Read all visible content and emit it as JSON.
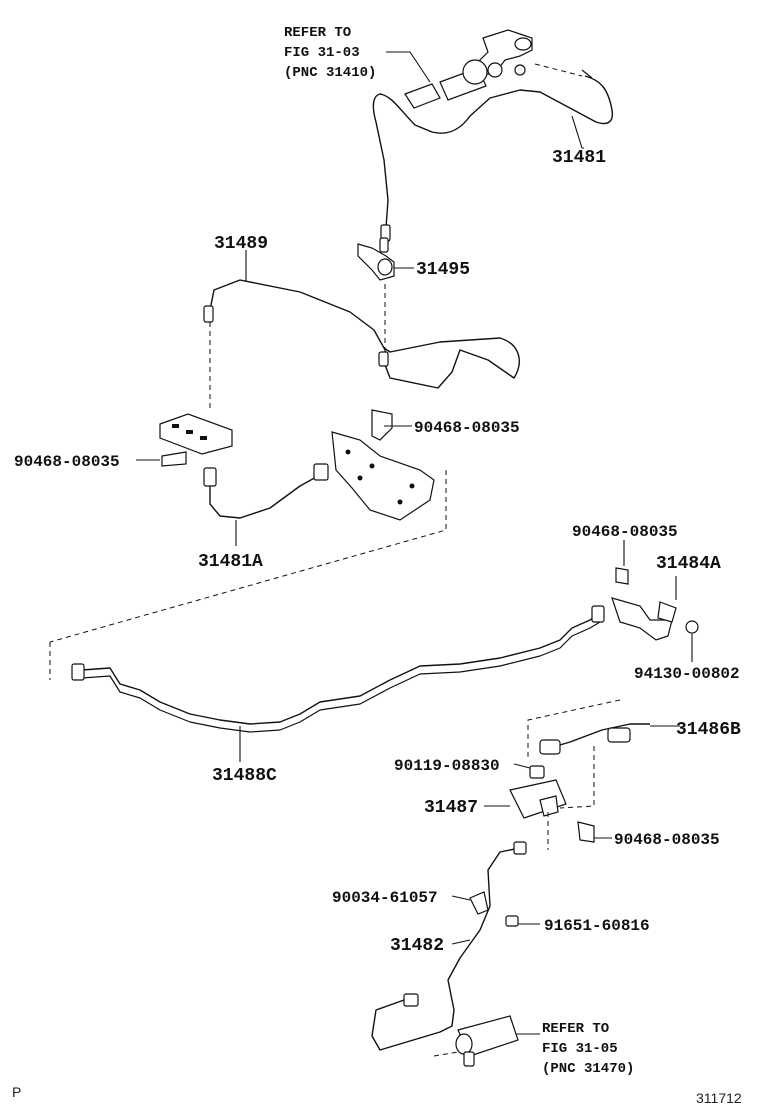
{
  "diagram": {
    "refs": {
      "top": {
        "line1": "REFER TO",
        "line2": "FIG 31-03",
        "line3": "(PNC 31410)"
      },
      "bottom": {
        "line1": "REFER TO",
        "line2": "FIG 31-05",
        "line3": "(PNC 31470)"
      }
    },
    "parts": {
      "p31481": "31481",
      "p31489": "31489",
      "p31495": "31495",
      "p90468_a": "90468-08035",
      "p90468_b": "90468-08035",
      "p31481A": "31481A",
      "p90468_c": "90468-08035",
      "p31484A": "31484A",
      "p94130": "94130-00802",
      "p31486B": "31486B",
      "p31488C": "31488C",
      "p90119": "90119-08830",
      "p31487": "31487",
      "p90468_d": "90468-08035",
      "p90034": "90034-61057",
      "p91651": "91651-60816",
      "p31482": "31482"
    }
  },
  "footer": {
    "left_mark": "P",
    "figure_number": "311712"
  }
}
